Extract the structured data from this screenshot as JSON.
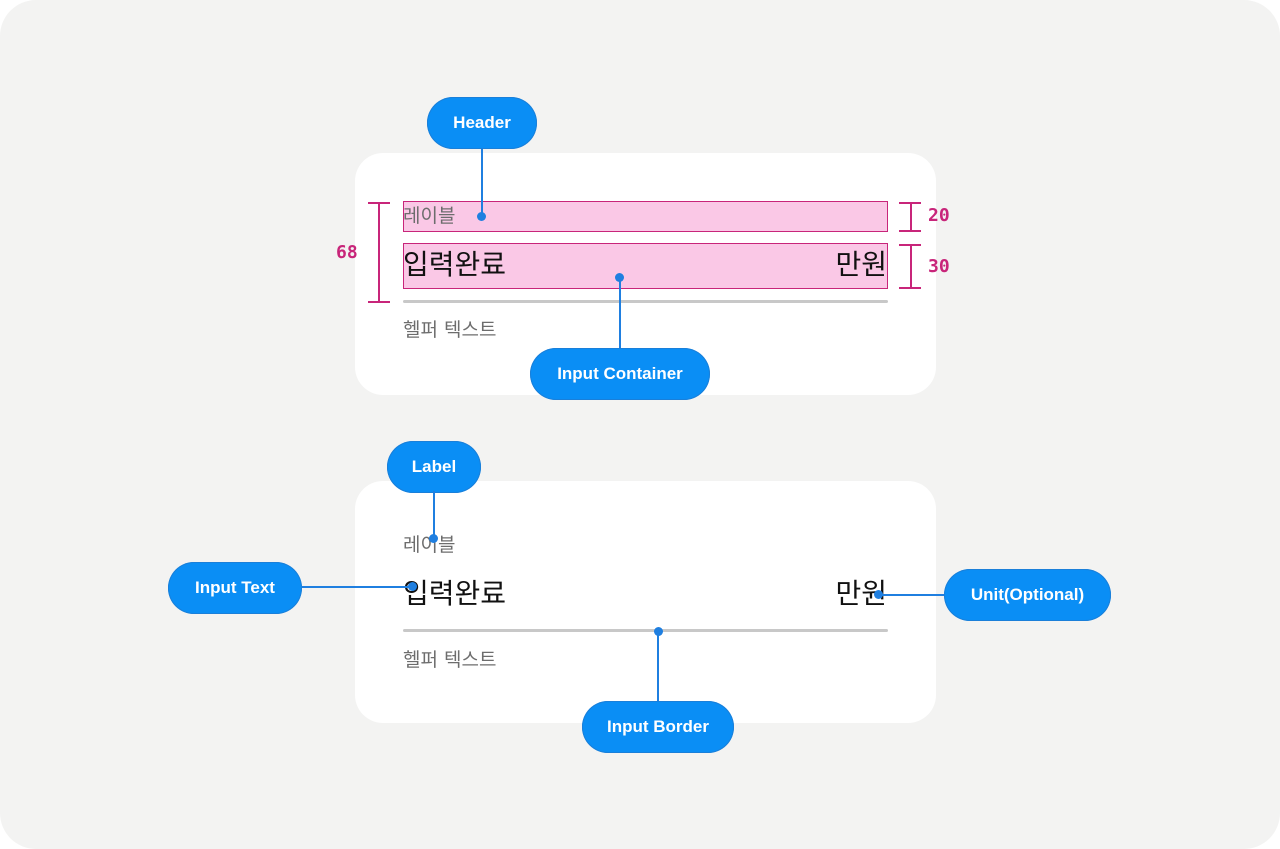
{
  "sample": {
    "label": "레이블",
    "input_text": "입력완료",
    "unit": "만원",
    "helper": "헬퍼 텍스트"
  },
  "measurements": {
    "total": "68",
    "header": "20",
    "input_container": "30"
  },
  "callouts": {
    "header": "Header",
    "input_container": "Input Container",
    "label": "Label",
    "input_text": "Input Text",
    "unit": "Unit(Optional)",
    "input_border": "Input Border"
  },
  "colors": {
    "background": "#f3f3f2",
    "card": "#ffffff",
    "callout": "#0a8ef5",
    "measure": "#c8257a",
    "highlight": "#f7a7d6"
  }
}
